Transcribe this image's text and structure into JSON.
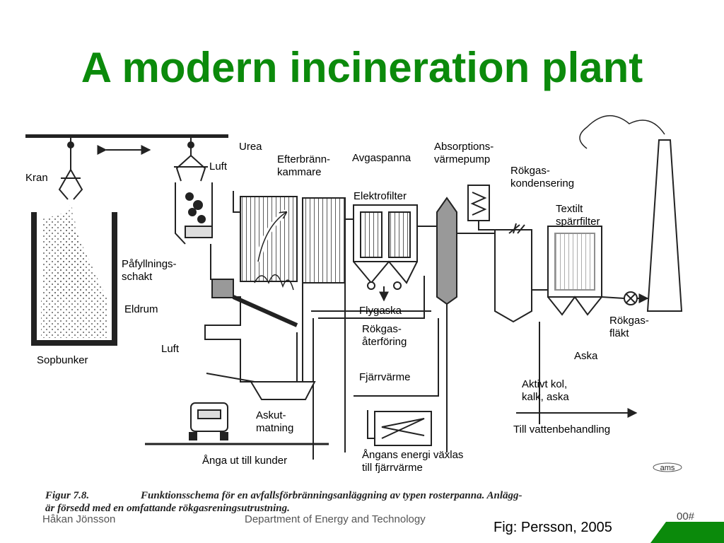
{
  "title": "A modern incineration plant",
  "labels": {
    "kran": "Kran",
    "sopbunker": "Sopbunker",
    "luft_top": "Luft",
    "urea": "Urea",
    "efterbrann_1": "Efterbränn-",
    "efterbrann_2": "kammare",
    "avgaspanna": "Avgaspanna",
    "absorptions_1": "Absorptions-",
    "absorptions_2": "värmepump",
    "elektrofilter": "Elektrofilter",
    "rokgas_kond_1": "Rökgas-",
    "rokgas_kond_2": "kondensering",
    "textilt_1": "Textilt",
    "textilt_2": "spärrfilter",
    "pafyllnings_1": "Påfyllnings-",
    "pafyllnings_2": "schakt",
    "eldrum": "Eldrum",
    "flygaska": "Flygaska",
    "rokgas_ater_1": "Rökgas-",
    "rokgas_ater_2": "återföring",
    "rokgas_flakt_1": "Rökgas-",
    "rokgas_flakt_2": "fläkt",
    "aska": "Aska",
    "luft_bottom": "Luft",
    "fjarrvarme": "Fjärrvärme",
    "aktivt_1": "Aktivt kol,",
    "aktivt_2": "kalk, aska",
    "askut_1": "Askut-",
    "askut_2": "matning",
    "vatten": "Till vattenbehandling",
    "anga": "Ånga ut till kunder",
    "angans_1": "Ångans energi växlas",
    "angans_2": "till fjärrvärme",
    "ams": "ams"
  },
  "caption": {
    "figure": "Figur 7.8.",
    "line1": "Funktionsschema för en avfallsförbränningsanläggning av typen rosterpanna. Anlägg-",
    "line2": "är försedd med en omfattande rökgasreningsutrustning."
  },
  "footer": {
    "left": "Håkan Jönsson",
    "middle": "Department of Energy and Technology",
    "source": "Fig: Persson, 2005",
    "page": "00#"
  },
  "colors": {
    "title": "#0b8a0b",
    "corner": "#0b8a0b",
    "line": "#222222"
  }
}
